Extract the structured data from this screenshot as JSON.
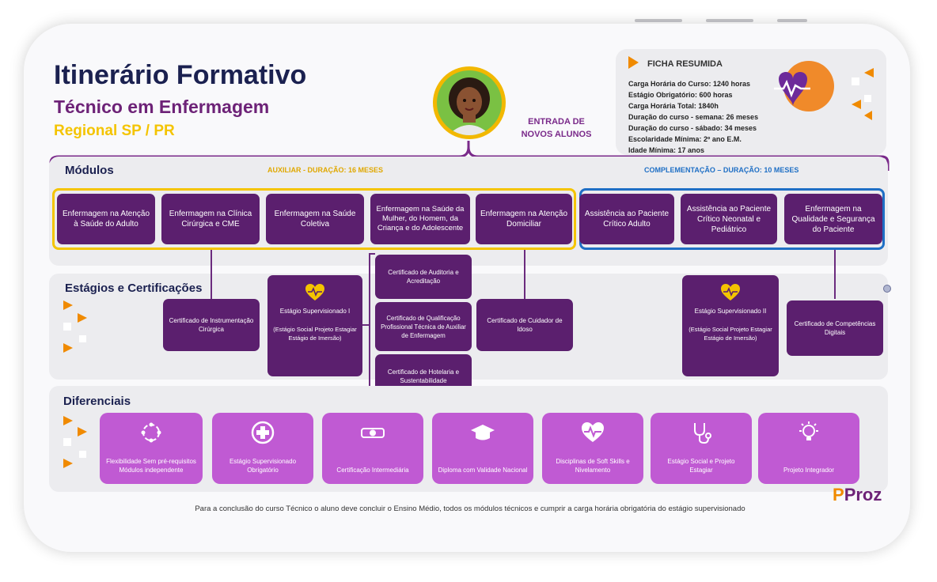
{
  "header": {
    "title": "Itinerário Formativo",
    "subtitle": "Técnico em Enfermagem",
    "regional": "Regional SP / PR",
    "entry_label": [
      "ENTRADA DE",
      "NOVOS ALUNOS"
    ]
  },
  "ficha": {
    "title": "FICHA RESUMIDA",
    "lines": [
      "Carga Horária do Curso: 1240 horas",
      "Estágio Obrigatório: 600 horas",
      "Carga Horária Total: 1840h",
      "Duração do curso - semana: 26 meses",
      "Duração do curso - sábado: 34 meses",
      "Escolaridade Mínima: 2º ano E.M.",
      "Idade Mínima: 17 anos"
    ]
  },
  "modules": {
    "label": "Módulos",
    "auxiliar_duration": "AUXILIAR - DURAÇÃO: 16 MESES",
    "complementacao_duration": "COMPLEMENTAÇÃO – DURAÇÃO: 10 MESES",
    "items": [
      "Enfermagem na Atenção à Saúde do Adulto",
      "Enfermagem na Clínica Cirúrgica e CME",
      "Enfermagem na Saúde Coletiva",
      "Enfermagem na Saúde da Mulher, do Homem, da Criança e do Adolescente",
      "Enfermagem na Atenção Domiciliar",
      "Assistência ao Paciente Crítico Adulto",
      "Assistência ao Paciente Crítico Neonatal e Pediátrico",
      "Enfermagem na Qualidade e Segurança do Paciente"
    ]
  },
  "estagios": {
    "label": "Estágios e Certificações",
    "cert_instrumentacao": "Certificado de Instrumentação Cirúrgica",
    "estagio1_title": "Estágio Supervisionado I",
    "estagio1_detail": "(Estágio Social Projeto Estagiar Estágio de Imersão)",
    "cert_auditoria": "Certificado de Auditoria e Acreditação",
    "cert_qualificacao": "Certificado de Qualificação Profissional Técnica de Auxiliar de Enfermagem",
    "cert_hotelaria": "Certificado de Hotelaria e Sustentabilidade",
    "cert_cuidador": "Certificado de Cuidador de Idoso",
    "estagio2_title": "Estágio Supervisionado II",
    "estagio2_detail": "(Estágio Social Projeto Estagiar Estágio de Imersão)",
    "cert_competencias": "Certificado de Competências Digitais"
  },
  "diferenciais": {
    "label": "Diferenciais",
    "items": [
      {
        "label": "Flexibilidade Sem pré-requisitos Módulos independente",
        "icon": "cycle-icon"
      },
      {
        "label": "Estágio Supervisionado Obrigatório",
        "icon": "plus-cross-icon"
      },
      {
        "label": "Certificação Intermediária",
        "icon": "diploma-icon"
      },
      {
        "label": "Diploma com Validade Nacional",
        "icon": "graduation-cap-icon"
      },
      {
        "label": "Disciplinas de Soft Skills e Nivelamento",
        "icon": "heart-pulse-icon"
      },
      {
        "label": "Estágio Social e Projeto Estagiar",
        "icon": "stethoscope-icon"
      },
      {
        "label": "Projeto Integrador",
        "icon": "lightbulb-icon"
      }
    ]
  },
  "footer": "Para a conclusão do curso Técnico o aluno deve concluir o Ensino Médio, todos os módulos técnicos e cumprir a carga horária obrigatória do estágio supervisionado",
  "logo": {
    "mark": "P",
    "text": "Proz"
  },
  "colors": {
    "navy": "#1b2150",
    "purple_dark": "#5b1f6e",
    "purple_light": "#c05ad3",
    "yellow": "#f4c400",
    "blue": "#1f6fc5",
    "orange": "#f08a00"
  }
}
